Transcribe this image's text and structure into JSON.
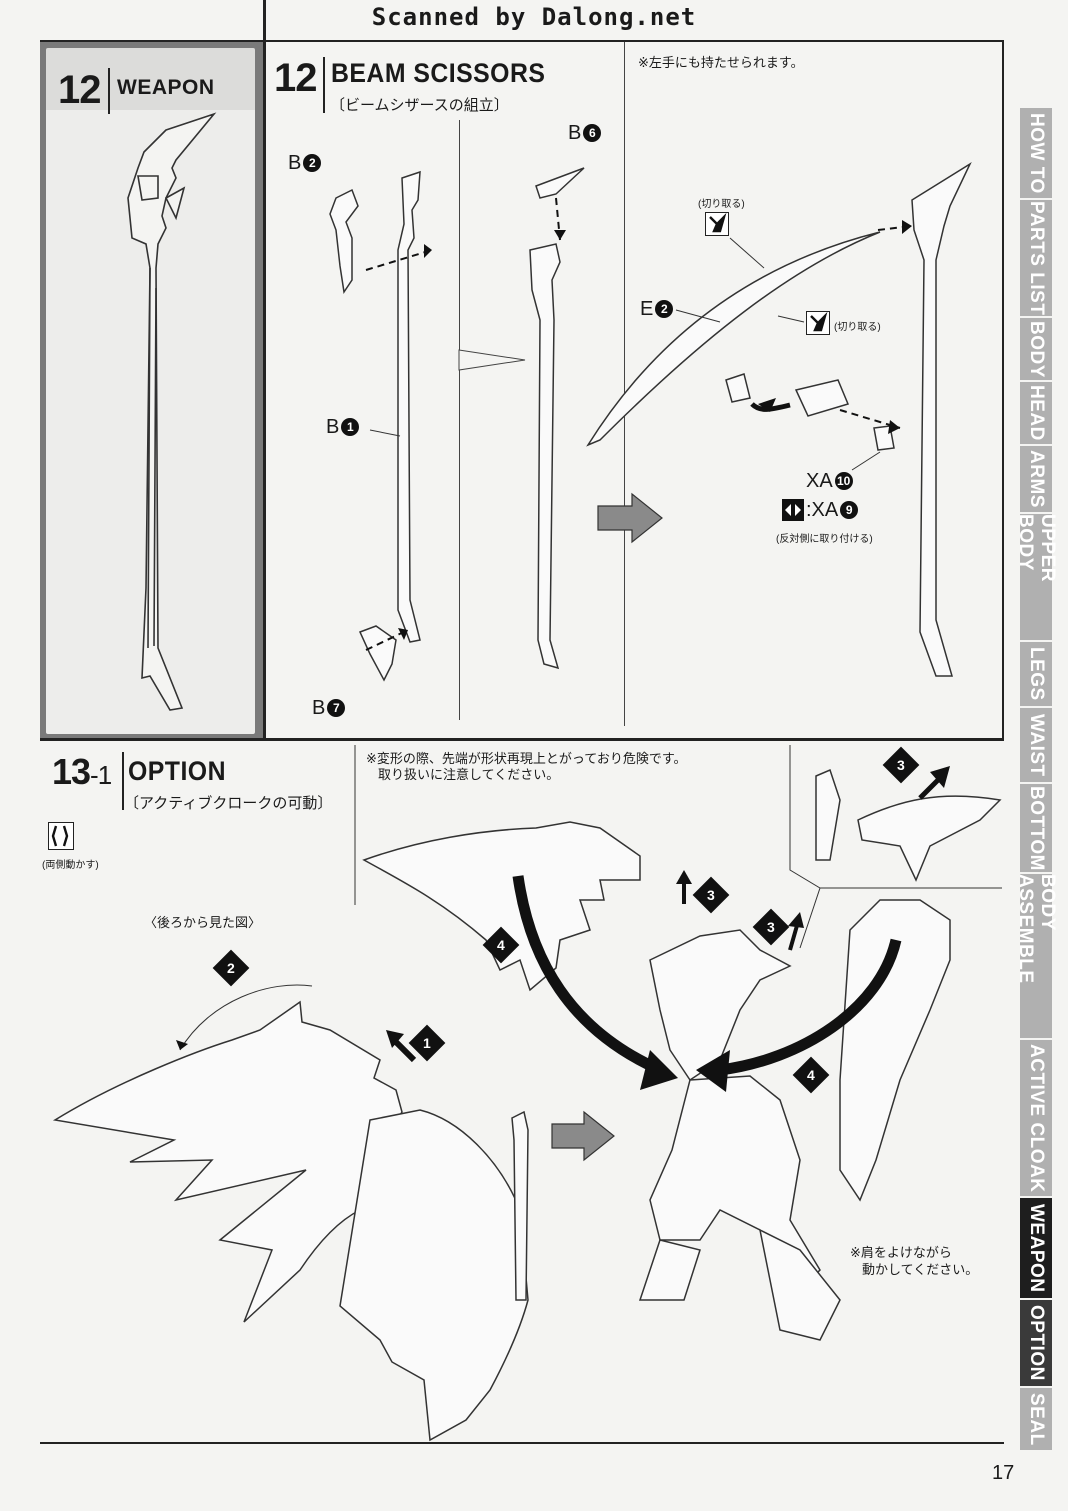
{
  "header": {
    "scanned_text": "Scanned by Dalong.net"
  },
  "weapon_panel": {
    "number": "12",
    "title": "WEAPON"
  },
  "beam_scissors": {
    "number": "12",
    "title": "BEAM SCISSORS",
    "subtitle": "〔ビームシザースの組立〕",
    "note_left_hand": "※左手にも持たせられます。",
    "cut_label_1": "(切り取る)",
    "cut_label_2": "(切り取る)",
    "parts": {
      "b2": "B",
      "b6": "B",
      "b1": "B",
      "b7": "B",
      "e2": "E",
      "xa10": "XA",
      "xa9": ":XA"
    },
    "nums": {
      "b2": "2",
      "b6": "6",
      "b1": "1",
      "b7": "7",
      "e2": "2",
      "xa10": "10",
      "xa9": "9"
    },
    "opposite_side": "(反対側に取り付ける)"
  },
  "option": {
    "number": "13",
    "number_suffix": "-1",
    "title": "OPTION",
    "subtitle": "〔アクティブクロークの可動〕",
    "both_sides": "(両側動かす)",
    "rear_view": "〈後ろから見た図〉",
    "warning_line1": "※変形の際、先端が形状再現上とがっており危険です。",
    "warning_line2": "取り扱いに注意してください。",
    "shoulder_line1": "※肩をよけながら",
    "shoulder_line2": "動かしてください。",
    "steps": [
      "1",
      "2",
      "3",
      "3",
      "3",
      "4",
      "4"
    ]
  },
  "side_tabs": [
    "HOW TO",
    "PARTS LIST",
    "BODY",
    "HEAD",
    "ARMS",
    "UPPER BODY",
    "LEGS",
    "WAIST",
    "BOTTOM",
    "BODY ASSEMBLE",
    "ACTIVE CLOAK",
    "WEAPON",
    "OPTION",
    "SEAL"
  ],
  "page_number": "17"
}
